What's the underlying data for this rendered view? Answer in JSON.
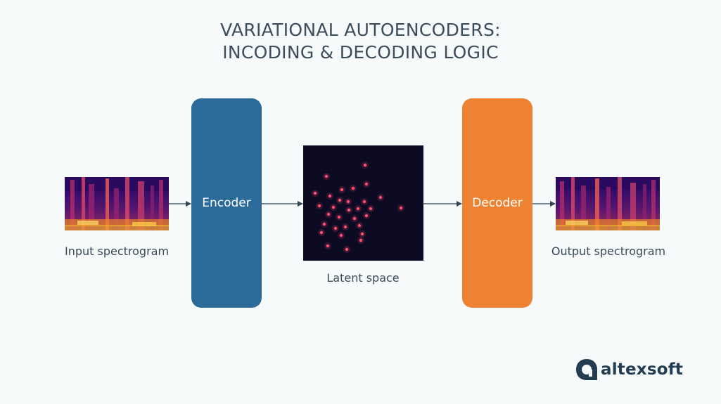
{
  "title": {
    "line1": "VARIATIONAL AUTOENCODERS:",
    "line2": "INCODING & DECODING LOGIC"
  },
  "nodes": {
    "input_caption": "Input spectrogram",
    "encoder_label": "Encoder",
    "latent_caption": "Latent space",
    "decoder_label": "Decoder",
    "output_caption": "Output spectrogram"
  },
  "colors": {
    "encoder": "#2b6a99",
    "decoder": "#ee8233",
    "latent_bg": "#0d0a24",
    "latent_dot": "#ff4d6d",
    "arrow": "#2f4656"
  },
  "logo": {
    "text": "altexsoft",
    "icon": "altexsoft-logo-icon"
  }
}
